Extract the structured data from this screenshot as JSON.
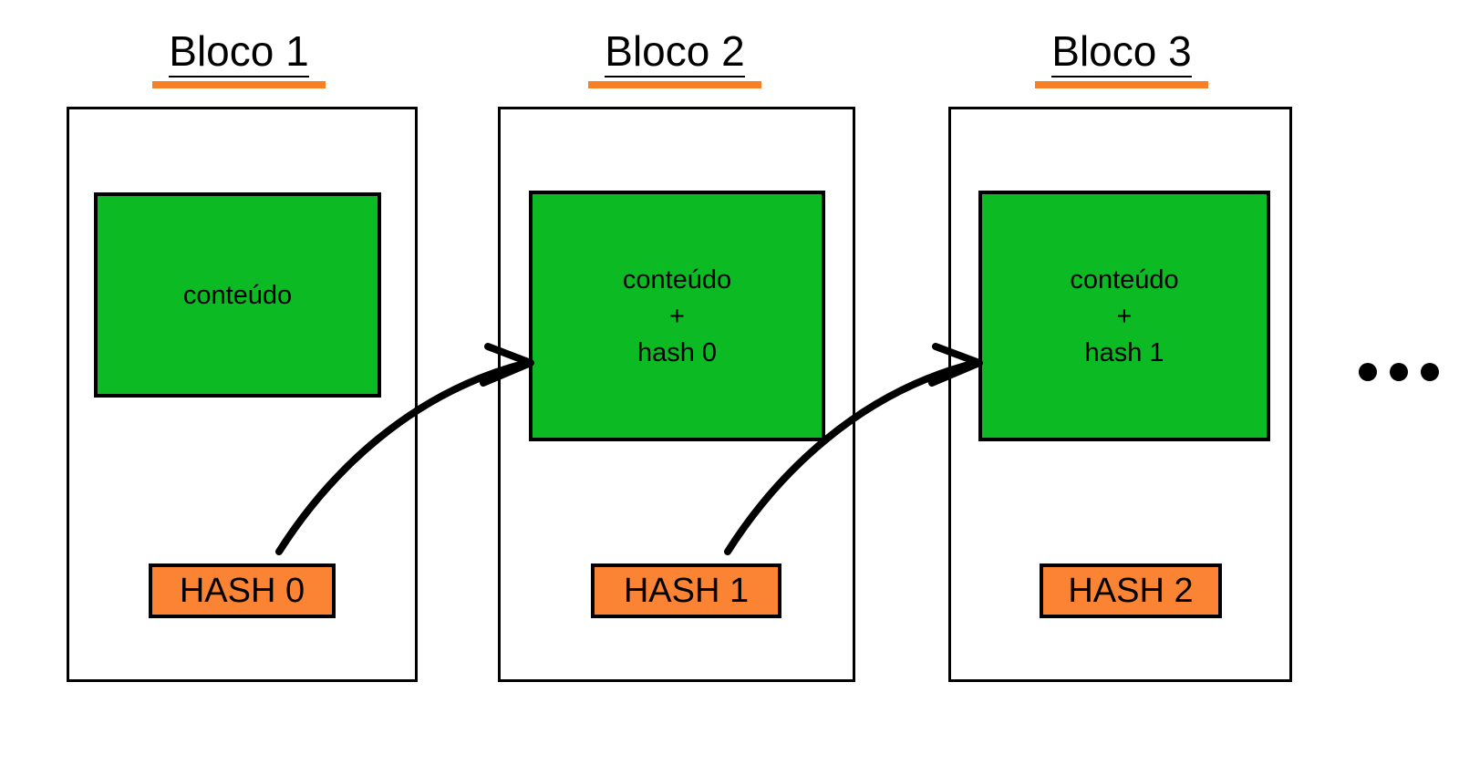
{
  "diagram": {
    "title_underline_color": "#F58025",
    "content_box_color": "#0CBA23",
    "hash_box_color": "#FB8334",
    "stroke_color": "#000000",
    "background_color": "#FFFFFF"
  },
  "blocks": [
    {
      "title": "Bloco 1",
      "content_lines": [
        "conteúdo"
      ],
      "hash_label": "HASH 0"
    },
    {
      "title": "Bloco 2",
      "content_lines": [
        "conteúdo",
        "+",
        "hash 0"
      ],
      "hash_label": "HASH 1"
    },
    {
      "title": "Bloco 3",
      "content_lines": [
        "conteúdo",
        "+",
        "hash 1"
      ],
      "hash_label": "HASH 2"
    }
  ],
  "connectors": [
    {
      "from": "HASH 0",
      "to": "Bloco 2 content",
      "style": "curved-arrow"
    },
    {
      "from": "HASH 1",
      "to": "Bloco 3 content",
      "style": "curved-arrow"
    }
  ],
  "continuation": {
    "symbol": "…",
    "dot_count": 3
  }
}
